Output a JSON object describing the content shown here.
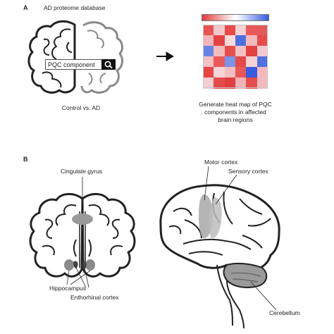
{
  "panelA": {
    "letter": "A",
    "title": "AD proteome database",
    "search_text": "PQC component",
    "caption": "Control vs. AD",
    "result_lines": [
      "Generate heat map of PQC",
      "components in affected",
      "brain regions"
    ],
    "heatmap": {
      "rows": [
        [
          "#e85454",
          "#f3c7cc",
          "#e84a4a",
          "#f6d2d6",
          "#e85a5a",
          "#e25a5a"
        ],
        [
          "#f2b4b9",
          "#e34343",
          "#f8dcdc",
          "#4f6ee0",
          "#f3b9bf",
          "#e54c4c"
        ],
        [
          "#6983e4",
          "#f2bcbc",
          "#e64f4f",
          "#f4c1c5",
          "#e24242",
          "#f6c8cd"
        ],
        [
          "#f4c0c4",
          "#ea5a5a",
          "#7d93e6",
          "#e34a4a",
          "#f6d2d5",
          "#5270de"
        ],
        [
          "#e54545",
          "#f7d4d8",
          "#f3bec3",
          "#e75959",
          "#3a5be0",
          "#f3b9be"
        ],
        [
          "#f6cdd1",
          "#e44b4b",
          "#e13f3f",
          "#f1b2b7",
          "#e44e4e",
          "#f2b9be"
        ]
      ]
    }
  },
  "panelB": {
    "letter": "B",
    "labels": {
      "cingulate": "Cingulate gyrus",
      "hippocampus": "Hippocampus",
      "entorhinal": "Enthorhinal cortex",
      "motor": "Motor cortex",
      "sensory": "Sensory cortex",
      "cerebellum": "Cerebellum"
    }
  },
  "colors": {
    "region_fill": "#9a9a9a",
    "outline": "#222222",
    "arrow": "#111111"
  }
}
